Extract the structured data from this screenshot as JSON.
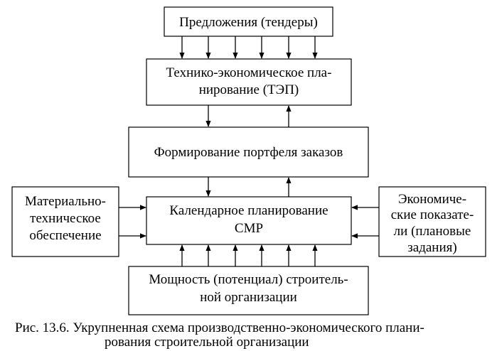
{
  "boxes": {
    "tenders": {
      "lines": [
        "Предложения (тендеры)"
      ]
    },
    "tep": {
      "lines": [
        "Технико-экономическое пла-",
        "нирование (ТЭП)"
      ]
    },
    "portfolio": {
      "lines": [
        "Формирование портфеля заказов"
      ]
    },
    "calendar": {
      "lines": [
        "Календарное планирование",
        "СМР"
      ]
    },
    "material": {
      "lines": [
        "Материально-",
        "техническое",
        "обеспечение"
      ]
    },
    "economic": {
      "lines": [
        "Экономиче-",
        "ские показате-",
        "ли (плановые",
        "задания)"
      ]
    },
    "capacity": {
      "lines": [
        "Мощность (потенциал) строитель-",
        "ной организации"
      ]
    }
  },
  "caption": {
    "line1": "Рис. 13.6. Укрупненная схема производственно-экономического плани-",
    "line2": "рования строительной организации"
  },
  "colors": {
    "stroke": "#000000",
    "background": "#ffffff"
  }
}
